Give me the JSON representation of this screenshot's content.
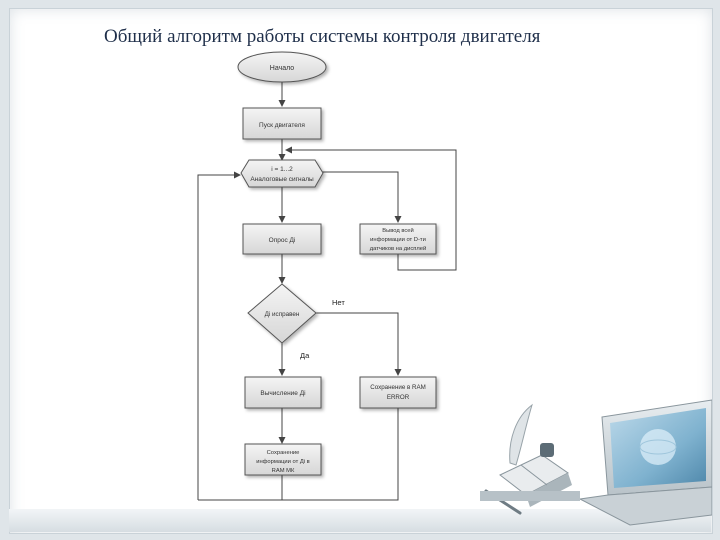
{
  "slide": {
    "title": "Общий алгоритм работы системы контроля двигателя"
  },
  "flowchart": {
    "start": "Начало",
    "launch": "Пуск двигателя",
    "loop_header_line1": "i = 1...2",
    "loop_header_line2": "Аналоговые сигналы",
    "poll": "Опрос Дi",
    "decision": "Дi исправен",
    "branch_no": "Нет",
    "branch_yes": "Да",
    "compute": "Вычисление Дi",
    "save_line1": "Сохранение",
    "save_line2": "информации от Дi в",
    "save_line3": "RAM МК",
    "output_line1": "Вывод всей",
    "output_line2": "информации от D-ти",
    "output_line3": "датчиков на дисплей",
    "error_line1": "Сохранение в RAM",
    "error_line2": "ERROR"
  }
}
